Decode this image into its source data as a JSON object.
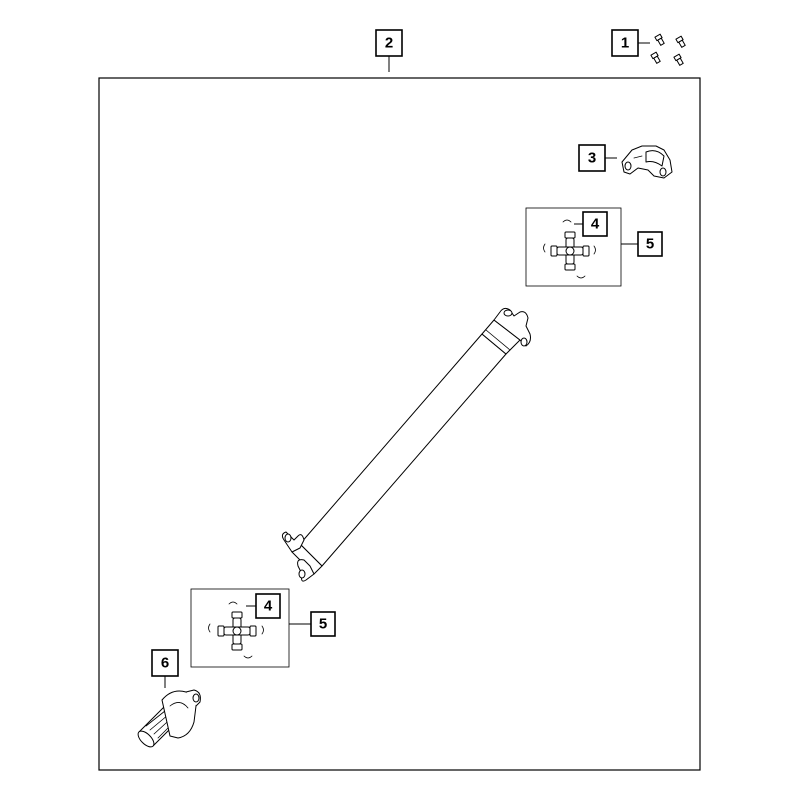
{
  "colors": {
    "line": "#000000",
    "background": "#ffffff"
  },
  "callouts": {
    "c1": "1",
    "c2": "2",
    "c3": "3",
    "c4_upper": "4",
    "c5_upper": "5",
    "c4_lower": "4",
    "c5_lower": "5",
    "c6": "6"
  },
  "parts": [
    {
      "callout": "1",
      "depiction": "bolt-set-icon"
    },
    {
      "callout": "2",
      "depiction": "drive-shaft-assembly"
    },
    {
      "callout": "3",
      "depiction": "center-support-bracket-icon"
    },
    {
      "callout": "4",
      "depiction": "retaining-clip-icon"
    },
    {
      "callout": "5",
      "depiction": "universal-joint-kit-icon"
    },
    {
      "callout": "6",
      "depiction": "slip-yoke-icon"
    }
  ]
}
